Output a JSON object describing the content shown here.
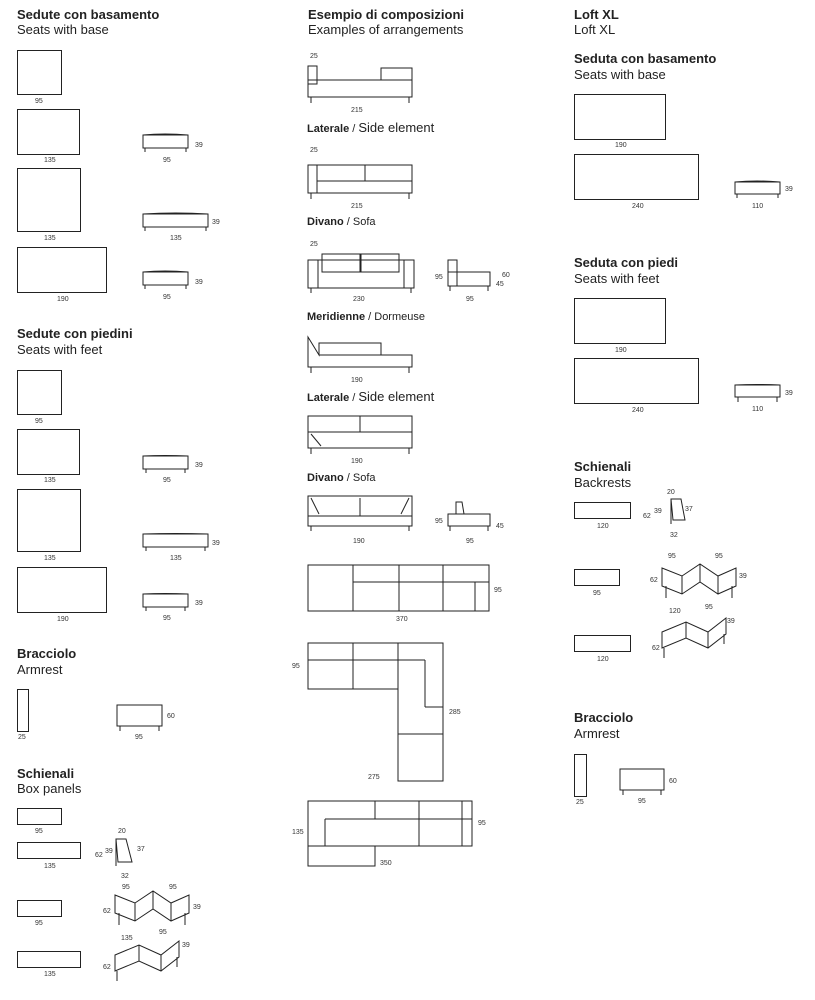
{
  "col1": {
    "base_title": "Sedute con basamento",
    "base_sub": "Seats with base",
    "base_sizes": [
      "95",
      "135",
      "135",
      "190"
    ],
    "base_side": [
      {
        "w": "95",
        "h": "39"
      },
      {
        "w": "135",
        "h": "39"
      },
      {
        "w": "95",
        "h": "39"
      }
    ],
    "feet_title": "Sedute con piedini",
    "feet_sub": "Seats with feet",
    "feet_sizes": [
      "95",
      "135",
      "135",
      "190"
    ],
    "feet_side": [
      {
        "w": "95",
        "h": "39"
      },
      {
        "w": "135",
        "h": "39"
      },
      {
        "w": "95",
        "h": "39"
      }
    ],
    "arm_title": "Bracciolo",
    "arm_sub": "Armrest",
    "arm_w": "25",
    "arm_side_w": "95",
    "arm_side_h": "60",
    "back_title": "Schienali",
    "back_sub": "Box panels",
    "back_sizes": [
      "95",
      "135",
      "95",
      "135"
    ],
    "back_profile": {
      "top": "20",
      "left": "62",
      "mid": "39",
      "right": "37",
      "bottom": "32"
    },
    "corner1": {
      "a": "95",
      "b": "95",
      "left": "62",
      "right": "39"
    },
    "corner2": {
      "a": "135",
      "b": "95",
      "left": "62",
      "right": "39"
    }
  },
  "col2": {
    "title": "Esempio di composizioni",
    "sub": "Examples of arrangements",
    "ex1": {
      "offset": "25",
      "width": "215"
    },
    "lat1": {
      "it": "Laterale",
      "sep": " / ",
      "en": "Side element"
    },
    "ex2": {
      "offset": "25",
      "width": "215"
    },
    "div1": {
      "it": "Divano",
      "sep": " / ",
      "en": "Sofa"
    },
    "ex3": {
      "offset": "25",
      "width": "230",
      "side_w": "95",
      "side_h": "95",
      "side_t": "60",
      "side_m": "45"
    },
    "mer": {
      "it": "Meridienne",
      "sep": " / ",
      "en": "Dormeuse"
    },
    "ex4": {
      "width": "190"
    },
    "lat2": {
      "it": "Laterale",
      "sep": " / ",
      "en": "Side element"
    },
    "ex5": {
      "width": "190"
    },
    "div2": {
      "it": "Divano",
      "sep": " / ",
      "en": "Sofa"
    },
    "ex6": {
      "width": "190",
      "side_w": "95",
      "side_h": "95",
      "side_m": "45"
    },
    "plan1": {
      "width": "370",
      "depth": "95"
    },
    "plan2": {
      "width": "275",
      "depth": "95",
      "side": "285"
    },
    "plan3": {
      "width": "350",
      "left": "135",
      "right": "95"
    }
  },
  "col3": {
    "title": "Loft XL",
    "sub": "Loft XL",
    "base_title": "Seduta con basamento",
    "base_sub": "Seats with base",
    "base_sizes": [
      "190",
      "240"
    ],
    "base_side": {
      "w": "110",
      "h": "39"
    },
    "feet_title": "Seduta con piedi",
    "feet_sub": "Seats with feet",
    "feet_sizes": [
      "190",
      "240"
    ],
    "feet_side": {
      "w": "110",
      "h": "39"
    },
    "back_title": "Schienali",
    "back_sub": "Backrests",
    "back_sizes": [
      "120",
      "95",
      "120"
    ],
    "back_profile": {
      "top": "20",
      "left": "62",
      "mid": "39",
      "right": "37",
      "bottom": "32"
    },
    "corner1": {
      "a": "95",
      "b": "95",
      "left": "62",
      "right": "39"
    },
    "corner2": {
      "a": "120",
      "b": "95",
      "left": "62",
      "right": "39"
    },
    "arm_title": "Bracciolo",
    "arm_sub": "Armrest",
    "arm_w": "25",
    "arm_side_w": "95",
    "arm_side_h": "60"
  }
}
